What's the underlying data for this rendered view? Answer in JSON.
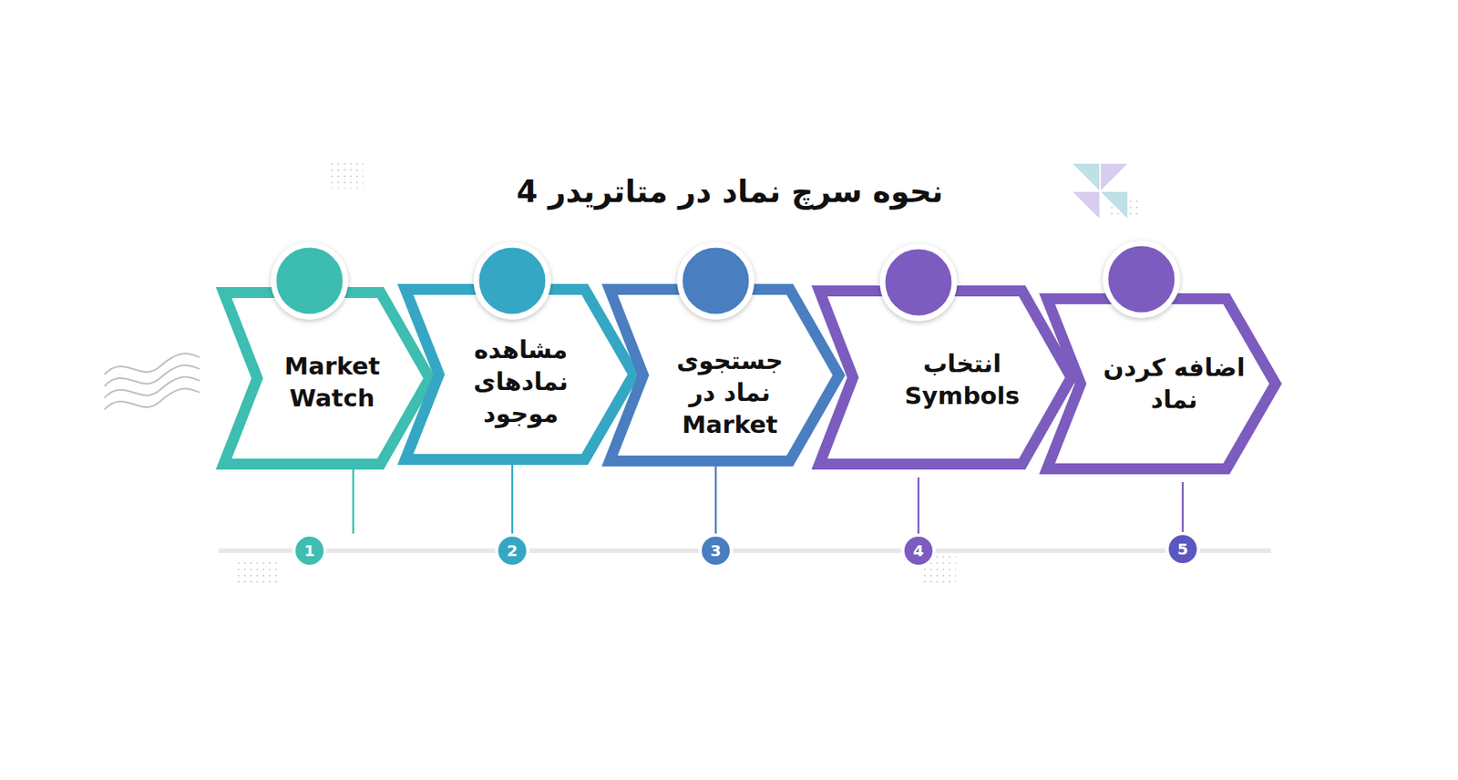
{
  "diagram": {
    "title": "نحوه سرچ نماد در متاتریدر 4",
    "nodes": [
      {
        "text": [
          "Market Watch"
        ]
      },
      {
        "text": [
          "مشاهده نمادهای موجود"
        ]
      },
      {
        "text": [
          "جستجوی نماد در Market"
        ]
      },
      {
        "text": [
          "انتخاب Symbols"
        ]
      },
      {
        "text": [
          "اضافه کردن نماد"
        ]
      }
    ],
    "labels": [
      "1",
      "2",
      "3",
      "4",
      "5"
    ]
  }
}
